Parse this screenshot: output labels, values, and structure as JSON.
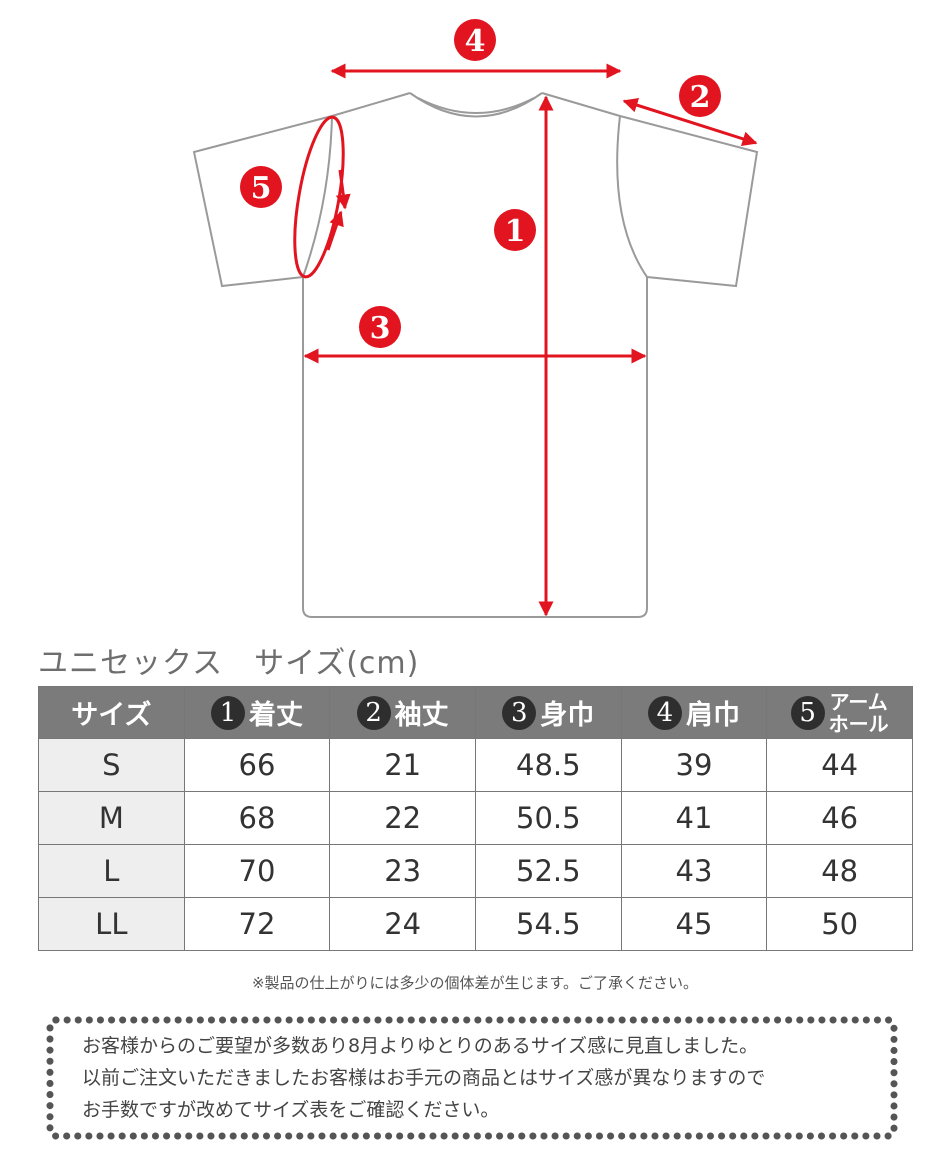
{
  "diagram": {
    "markers": [
      "4",
      "2",
      "5",
      "1",
      "3"
    ],
    "colors": {
      "accent": "#e1141f",
      "outline": "#9a9a9a"
    }
  },
  "chart_title": "ユニセックス　サイズ(cm)",
  "table": {
    "headers": [
      {
        "num": "",
        "label": "サイズ"
      },
      {
        "num": "1",
        "label": "着丈"
      },
      {
        "num": "2",
        "label": "袖丈"
      },
      {
        "num": "3",
        "label": "身巾"
      },
      {
        "num": "4",
        "label": "肩巾"
      },
      {
        "num": "5",
        "label_line1": "アーム",
        "label_line2": "ホール"
      }
    ],
    "rows": [
      [
        "S",
        "66",
        "21",
        "48.5",
        "39",
        "44"
      ],
      [
        "M",
        "68",
        "22",
        "50.5",
        "41",
        "46"
      ],
      [
        "L",
        "70",
        "23",
        "52.5",
        "43",
        "48"
      ],
      [
        "LL",
        "72",
        "24",
        "54.5",
        "45",
        "50"
      ]
    ]
  },
  "note": "※製品の仕上がりには多少の個体差が生じます。ご了承ください。",
  "notice": {
    "line1": "お客様からのご要望が多数あり8月よりゆとりのあるサイズ感に見直しました。",
    "line2": "以前ご注文いただきましたお客様はお手元の商品とはサイズ感が異なりますので",
    "line3": "お手数ですが改めてサイズ表をご確認ください。"
  }
}
